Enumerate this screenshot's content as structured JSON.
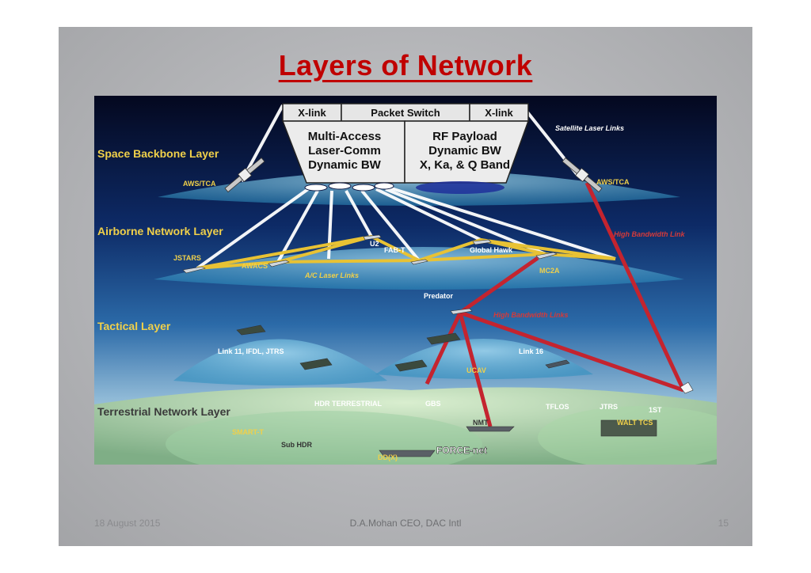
{
  "title": "Layers of Network",
  "diagram": {
    "header": {
      "xlink_left": "X-link",
      "packet_switch": "Packet Switch",
      "xlink_right": "X-link",
      "box_left": [
        "Multi-Access",
        "Laser-Comm",
        "Dynamic BW"
      ],
      "box_right": [
        "RF Payload",
        "Dynamic BW",
        "X, Ka, & Q Band"
      ]
    },
    "layers": {
      "space": "Space Backbone Layer",
      "airborne": "Airborne Network Layer",
      "tactical": "Tactical Layer",
      "terrestrial": "Terrestrial Network Layer"
    },
    "labels": {
      "satellite_laser_links": "Satellite Laser Links",
      "aws_tca_left": "AWS/TCA",
      "aws_tca_right": "AWS/TCA",
      "high_bandwidth_link": "High Bandwidth Link",
      "jstars": "JSTARS",
      "awacs": "AWACS",
      "u2": "U2",
      "fab_t": "FAB-T",
      "global_hawk": "Global Hawk",
      "mc2a": "MC2A",
      "ac_laser_links": "A/C Laser Links",
      "predator": "Predator",
      "high_bandwidth_links": "High Bandwidth Links",
      "link11": "Link 11, IFDL, JTRS",
      "link16": "Link 16",
      "ucav": "UCAV",
      "hdr_terrestrial": "HDR TERRESTRIAL",
      "gbs": "GBS",
      "tflos": "TFLOS",
      "jtrs": "JTRS",
      "first": "1ST",
      "milstar": "WALT TCS",
      "sub_hdr": "Sub HDR",
      "ddx": "DD(X)",
      "force_net": "FORCE-net",
      "nmt": "NMT",
      "smart_t": "SMART-T"
    }
  },
  "footer": {
    "date": "18 August 2015",
    "author": "D.A.Mohan CEO, DAC Intl",
    "page": "15"
  },
  "colors": {
    "title": "#c00000",
    "laser_link": "#e8c234",
    "rf_link": "#c4242f",
    "space_bg": "#070c2a"
  }
}
